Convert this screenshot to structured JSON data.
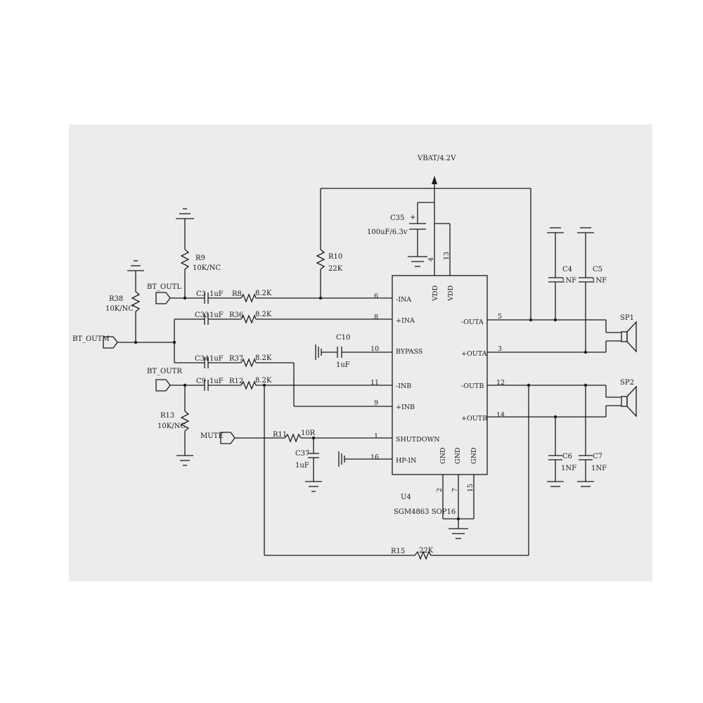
{
  "power_rail": "VBAT/4.2V",
  "ic": {
    "ref": "U4",
    "part": "SGM4863 SOP16",
    "pins": {
      "neg_ina": {
        "num": "6",
        "name": "-INA"
      },
      "pos_ina": {
        "num": "8",
        "name": "+INA"
      },
      "bypass": {
        "num": "10",
        "name": "BYPASS"
      },
      "neg_inb": {
        "num": "11",
        "name": "-INB"
      },
      "pos_inb": {
        "num": "9",
        "name": "+INB"
      },
      "shutdown": {
        "num": "1",
        "name": "SHUTDOWN"
      },
      "hp_in": {
        "num": "16",
        "name": "HP-IN"
      },
      "neg_outa": {
        "num": "5",
        "name": "-OUTA"
      },
      "pos_outa": {
        "num": "3",
        "name": "+OUTA"
      },
      "neg_outb": {
        "num": "12",
        "name": "-OUTB"
      },
      "pos_outb": {
        "num": "14",
        "name": "+OUTB"
      },
      "vdd1": {
        "num": "4",
        "name": "VDD"
      },
      "vdd2": {
        "num": "13",
        "name": "VDD"
      },
      "gnd1": {
        "num": "2",
        "name": "GND"
      },
      "gnd2": {
        "num": "7",
        "name": "GND"
      },
      "gnd3": {
        "num": "15",
        "name": "GND"
      }
    }
  },
  "ports": {
    "bt_outl": "BT_OUTL",
    "bt_outm": "BT_OUTM",
    "bt_outr": "BT_OUTR",
    "mute": "MUTE"
  },
  "components": {
    "r9": {
      "ref": "R9",
      "value": "10K/NC"
    },
    "r38": {
      "ref": "R38",
      "value": "10K/NC"
    },
    "r10": {
      "ref": "R10",
      "value": "22K"
    },
    "r13": {
      "ref": "R13",
      "value": "10K/NC"
    },
    "c3": {
      "ref": "C3",
      "value": "1uF"
    },
    "c33": {
      "ref": "C33",
      "value": "1uF"
    },
    "c34": {
      "ref": "C34",
      "value": "1uF"
    },
    "c9": {
      "ref": "C9",
      "value": "1uF"
    },
    "r8": {
      "ref": "R8",
      "value": "8.2K"
    },
    "r36": {
      "ref": "R36",
      "value": "8.2K"
    },
    "r37": {
      "ref": "R37",
      "value": "8.2K"
    },
    "r12": {
      "ref": "R12",
      "value": "8.2K"
    },
    "c10": {
      "ref": "C10",
      "value": "1uF"
    },
    "r11": {
      "ref": "R11",
      "value": "10R"
    },
    "c37": {
      "ref": "C37",
      "value": "1uF"
    },
    "c35": {
      "ref": "C35",
      "value": "100uF/6.3v"
    },
    "r15": {
      "ref": "R15",
      "value": "22K"
    },
    "c4": {
      "ref": "C4",
      "value": "1NF"
    },
    "c5": {
      "ref": "C5",
      "value": "1NF"
    },
    "c6": {
      "ref": "C6",
      "value": "1NF"
    },
    "c7": {
      "ref": "C7",
      "value": "1NF"
    },
    "sp1": {
      "ref": "SP1"
    },
    "sp2": {
      "ref": "SP2"
    }
  }
}
